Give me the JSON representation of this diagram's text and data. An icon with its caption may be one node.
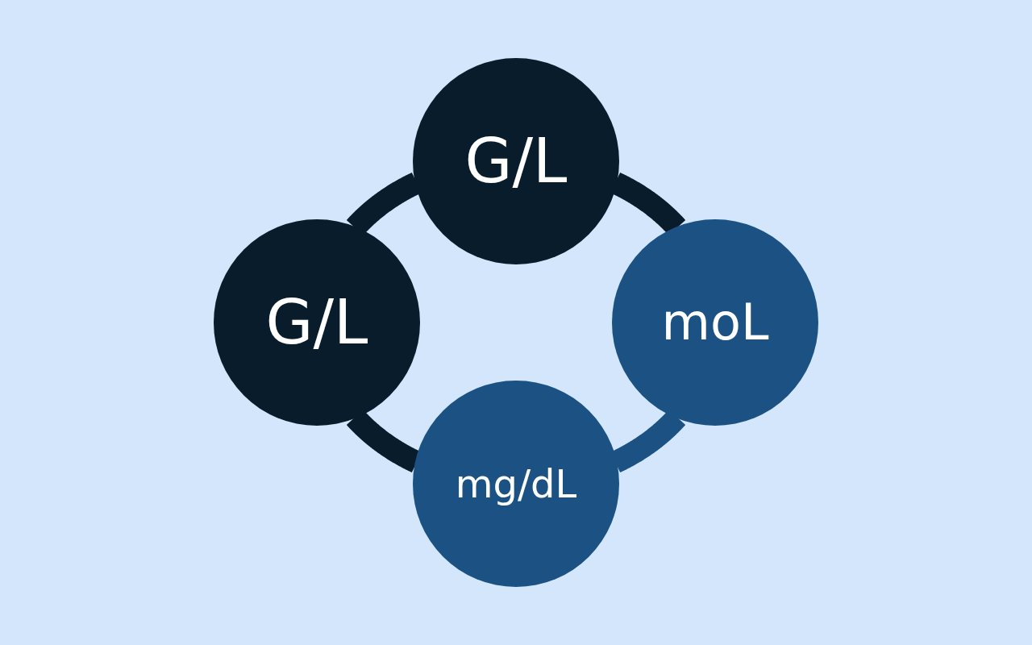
{
  "diagram": {
    "nodes": [
      {
        "text": [
          "G/L"
        ]
      },
      {
        "text": [
          "G/L"
        ]
      },
      {
        "text": [
          "moL"
        ]
      },
      {
        "text": [
          "mg/dL"
        ]
      }
    ],
    "edges": [
      {
        "from": 0,
        "to": 1,
        "arrow": "none"
      },
      {
        "from": 0,
        "to": 2,
        "arrow": "none"
      },
      {
        "from": 2,
        "to": 3,
        "arrow": "none",
        "color": "#1b5283"
      },
      {
        "from": 3,
        "to": 1,
        "arrow": "none"
      }
    ]
  }
}
